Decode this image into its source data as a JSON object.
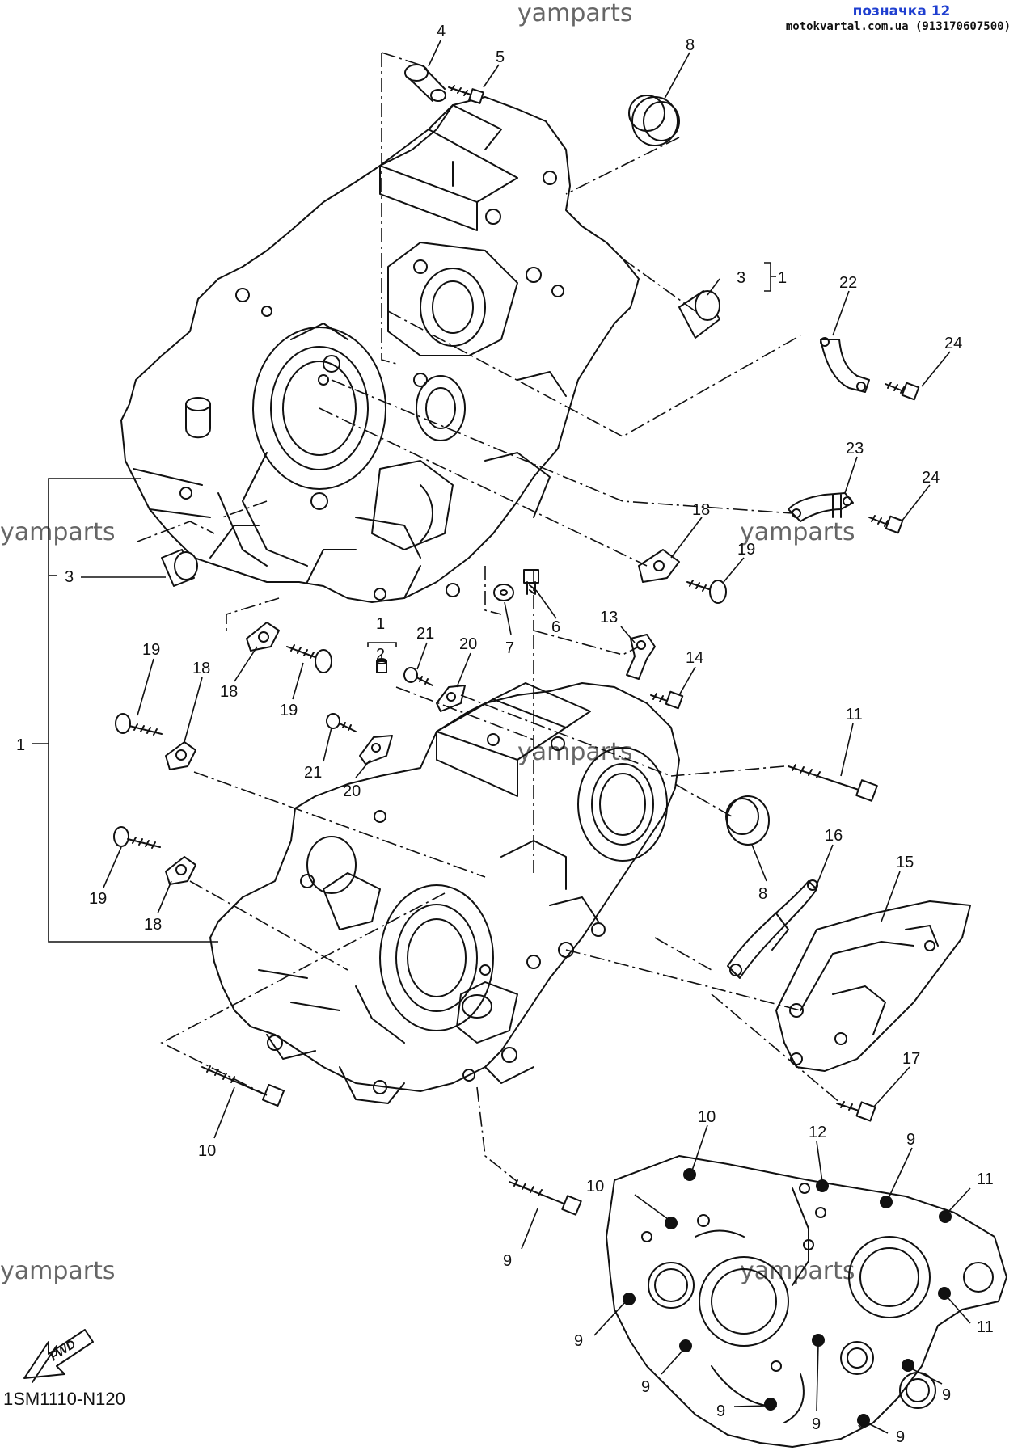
{
  "header": {
    "watermark_top": "yamparts",
    "tag": "позначка 12",
    "shop": "motokvartal.com.ua (913170607500)"
  },
  "watermarks": [
    "yamparts",
    "yamparts",
    "yamparts",
    "yamparts",
    "yamparts"
  ],
  "fwd_label": "FWD",
  "diagram_code": "1SM1110-N120",
  "callouts": {
    "c4": "4",
    "c5": "5",
    "c8a": "8",
    "c3a": "3",
    "c1a": "1",
    "c22": "22",
    "c24a": "24",
    "c23": "23",
    "c24b": "24",
    "c18a": "18",
    "c19a": "19",
    "c3b": "3",
    "c6": "6",
    "c7": "7",
    "c13": "13",
    "c14": "14",
    "c1b": "1",
    "c2": "2",
    "c21a": "21",
    "c20a": "20",
    "c19b": "19",
    "c18b": "18",
    "c18c": "18",
    "c19c": "19",
    "c1c": "1",
    "c11a": "11",
    "c21b": "21",
    "c20b": "20",
    "c8b": "8",
    "c16": "16",
    "c15": "15",
    "c19d": "19",
    "c18d": "18",
    "c17": "17",
    "c10a": "10",
    "c10b": "10",
    "c12": "12",
    "c10c": "10",
    "c9a": "9",
    "c11b": "11",
    "c9b": "9",
    "c11c": "11",
    "c9c": "9",
    "c9d": "9",
    "c9e": "9",
    "c9f": "9",
    "c9g": "9",
    "c9h": "9",
    "c9i": "9"
  }
}
